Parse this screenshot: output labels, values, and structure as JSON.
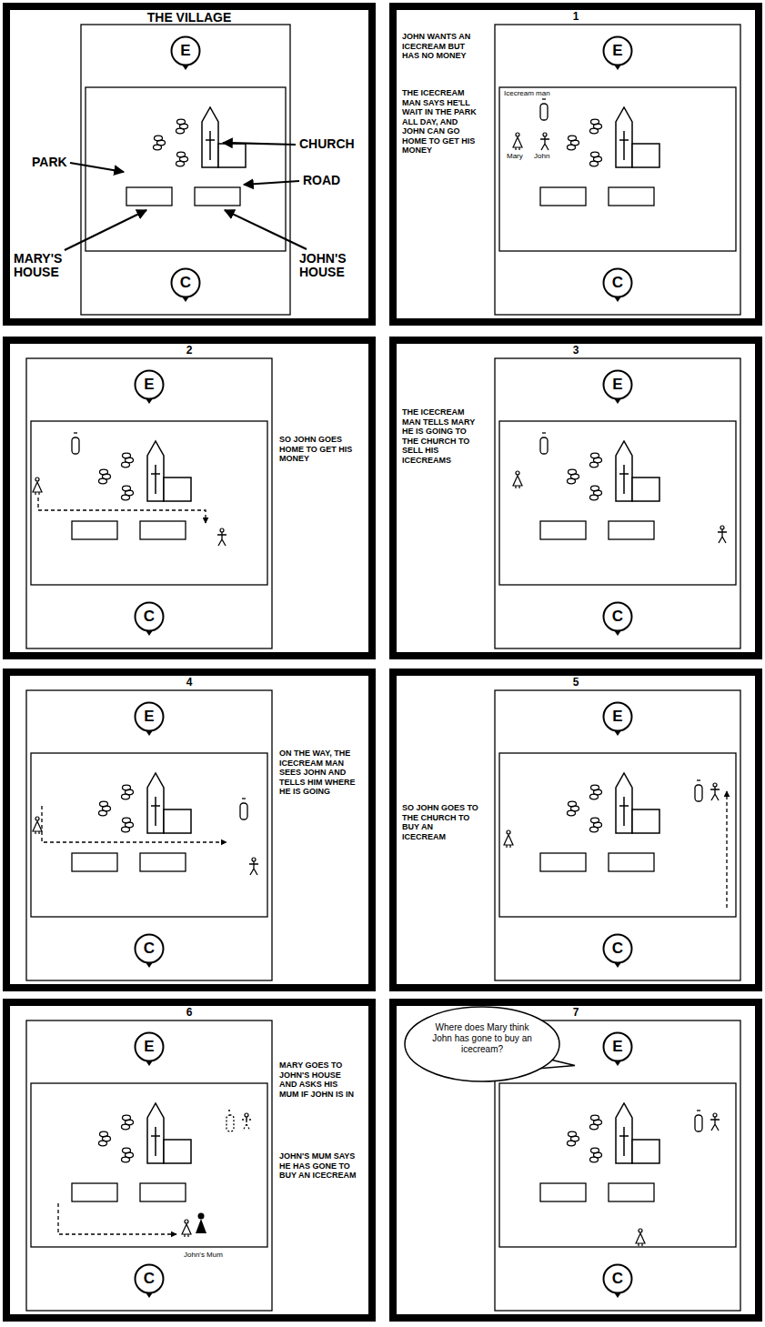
{
  "diagram": {
    "nodes": [
      {
        "text": [
          "THE VILLAGE"
        ]
      },
      {
        "text": [
          "E"
        ],
        "in": 0
      },
      {
        "text": [
          "C"
        ],
        "in": 0
      },
      {
        "text": [
          "1",
          "JOHN WANTS AN ICECREAM BUT HAS NO MONEY",
          "THE ICECREAM MAN SAYS HE'LL WAIT IN THE PARK ALL DAY, AND JOHN CAN GO HOME TO GET HIS MONEY"
        ]
      },
      {
        "text": [
          "E"
        ],
        "in": 3
      },
      {
        "text": [
          "C"
        ],
        "in": 3
      },
      {
        "text": [
          "2",
          "SO JOHN GOES HOME TO GET HIS MONEY"
        ]
      },
      {
        "text": [
          "E"
        ],
        "in": 6
      },
      {
        "text": [
          "C"
        ],
        "in": 6
      },
      {
        "text": [
          "3",
          "THE ICECREAM MAN TELLS MARY HE IS GOING TO THE CHURCH TO SELL HIS ICECREAMS"
        ]
      },
      {
        "text": [
          "E"
        ],
        "in": 9
      },
      {
        "text": [
          "C"
        ],
        "in": 9
      },
      {
        "text": [
          "4",
          "ON THE WAY, THE ICECREAM MAN SEES JOHN AND TELLS HIM WHERE HE IS GOING"
        ]
      },
      {
        "text": [
          "E"
        ],
        "in": 12
      },
      {
        "text": [
          "C"
        ],
        "in": 12
      },
      {
        "text": [
          "5",
          "SO JOHN GOES TO THE CHURCH TO BUY AN ICECREAM"
        ]
      },
      {
        "text": [
          "E"
        ],
        "in": 15
      },
      {
        "text": [
          "C"
        ],
        "in": 15
      },
      {
        "text": [
          "6",
          "MARY GOES TO JOHN'S HOUSE AND ASKS HIS MUM IF JOHN IS IN",
          "JOHN'S MUM SAYS HE HAS GONE TO BUY AN ICECREAM"
        ]
      },
      {
        "text": [
          "E"
        ],
        "in": 18
      },
      {
        "text": [
          "C"
        ],
        "in": 18
      },
      {
        "text": [
          "7"
        ]
      },
      {
        "text": [
          "Where does Mary think John has gone to buy an icecream?"
        ],
        "in": 21
      },
      {
        "text": [
          "E"
        ],
        "in": 21
      },
      {
        "text": [
          "C"
        ],
        "in": 21
      }
    ],
    "labels": [
      "PARK",
      "CHURCH",
      "ROAD",
      "MARY'S HOUSE",
      "JOHN'S HOUSE",
      "Icecream man",
      "Mary",
      "John",
      "John's Mum"
    ]
  }
}
